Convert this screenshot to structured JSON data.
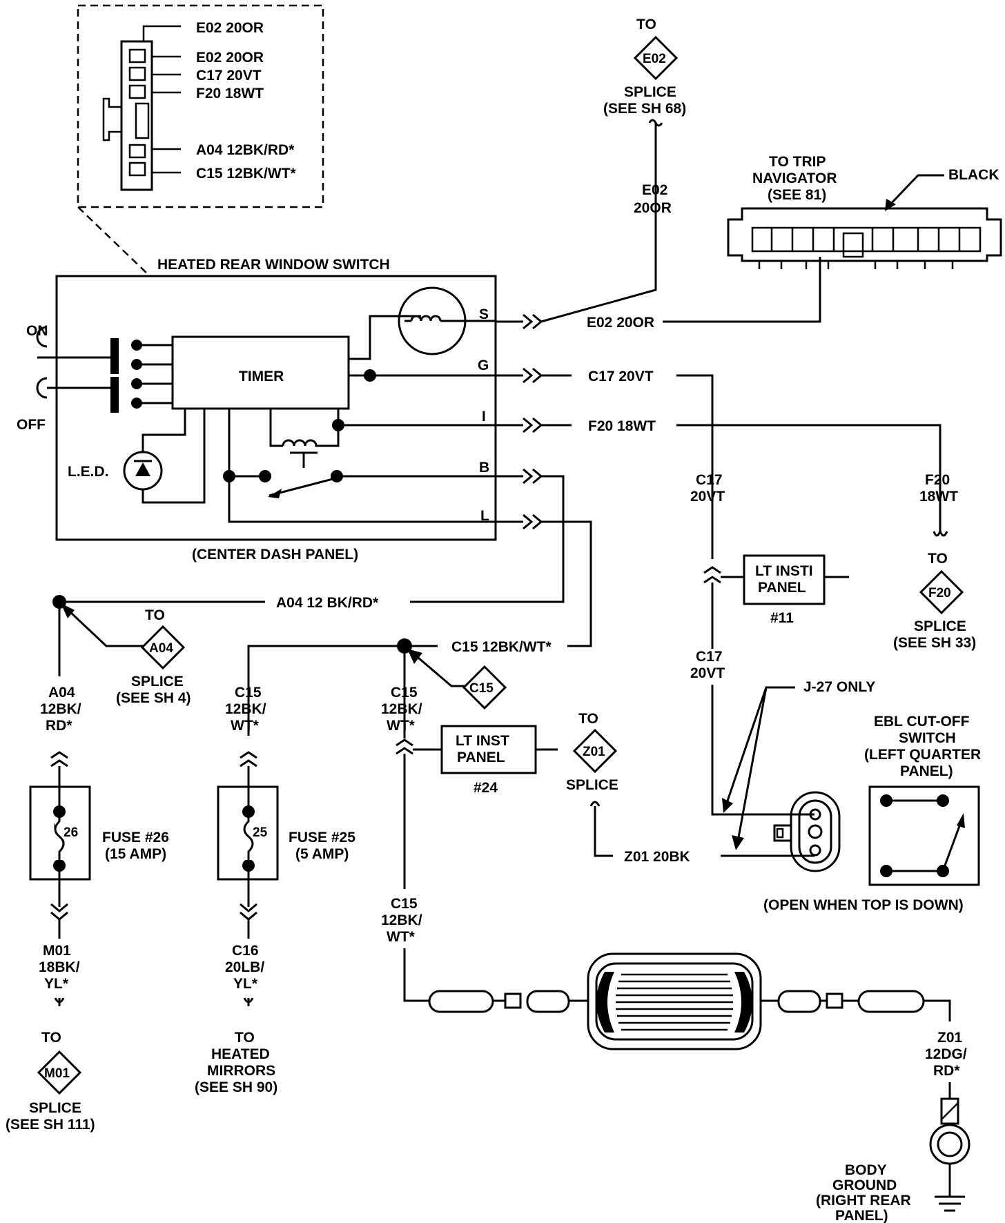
{
  "connector_detail": {
    "pins": [
      "E02 20OR",
      "E02 20OR",
      "C17 20VT",
      "F20 18WT",
      "A04 12BK/RD*",
      "C15 12BK/WT*"
    ]
  },
  "switch": {
    "title": "HEATED REAR WINDOW SWITCH",
    "location": "(CENTER DASH PANEL)",
    "on_label": "ON",
    "off_label": "OFF",
    "timer_label": "TIMER",
    "led_label": "L.E.D.",
    "terminals": [
      "S",
      "G",
      "I",
      "B",
      "L"
    ]
  },
  "wires": {
    "e02": "E02 20OR",
    "c17": "C17 20VT",
    "f20": "F20 18WT",
    "a04": "A04 12 BK/RD*",
    "c15": "C15 12BK/WT*",
    "z01": "Z01 20BK",
    "e02_vertical": [
      "E02",
      "20OR"
    ],
    "c17_upper": [
      "C17",
      "20VT"
    ],
    "c17_lower": [
      "C17",
      "20VT"
    ],
    "f20_vertical": [
      "F20",
      "18WT"
    ],
    "a04_vertical": [
      "A04",
      "12BK/",
      "RD*"
    ],
    "c15_left": [
      "C15",
      "12BK/",
      "WT*"
    ],
    "c15_mid": [
      "C15",
      "12BK/",
      "WT*"
    ],
    "c15_low": [
      "C15",
      "12BK/",
      "WT*"
    ],
    "m01_vertical": [
      "M01",
      "18BK/",
      "YL*"
    ],
    "c16_vertical": [
      "C16",
      "20LB/",
      "YL*"
    ],
    "z01_vertical": [
      "Z01",
      "12DG/",
      "RD*"
    ]
  },
  "splices": {
    "e02": {
      "to": "TO",
      "id": "E02",
      "label": "SPLICE",
      "ref": "(SEE SH 68)"
    },
    "a04": {
      "to": "TO",
      "id": "A04",
      "label": "SPLICE",
      "ref": "(SEE SH 4)"
    },
    "c15": {
      "id": "C15"
    },
    "f20": {
      "to": "TO",
      "id": "F20",
      "label": "SPLICE",
      "ref": "(SEE SH 33)"
    },
    "z01": {
      "to": "TO",
      "id": "Z01",
      "label": "SPLICE"
    },
    "m01": {
      "to": "TO",
      "id": "M01",
      "label": "SPLICE",
      "ref": "(SEE SH 111)"
    }
  },
  "trip_navigator": {
    "lines": [
      "TO TRIP",
      "NAVIGATOR",
      "(SEE 81)"
    ],
    "color": "BLACK"
  },
  "lt_inst_panel_11": {
    "lines": [
      "LT INSTI",
      "PANEL"
    ],
    "number": "#11"
  },
  "lt_inst_panel_24": {
    "lines": [
      "LT INST",
      "PANEL"
    ],
    "number": "#24"
  },
  "fuse_26": {
    "number": "26",
    "lines": [
      "FUSE #26",
      "(15 AMP)"
    ]
  },
  "fuse_25": {
    "number": "25",
    "lines": [
      "FUSE #25",
      "(5 AMP)"
    ]
  },
  "heated_mirrors": {
    "lines": [
      "TO",
      "HEATED",
      "MIRRORS",
      "(SEE SH 90)"
    ]
  },
  "j27_label": "J-27 ONLY",
  "ebl_switch": {
    "lines": [
      "EBL CUT-OFF",
      "SWITCH",
      "(LEFT QUARTER",
      "PANEL)"
    ],
    "note": "(OPEN WHEN TOP IS DOWN)"
  },
  "body_ground": {
    "lines": [
      "BODY",
      "GROUND",
      "(RIGHT REAR",
      "PANEL)"
    ]
  }
}
